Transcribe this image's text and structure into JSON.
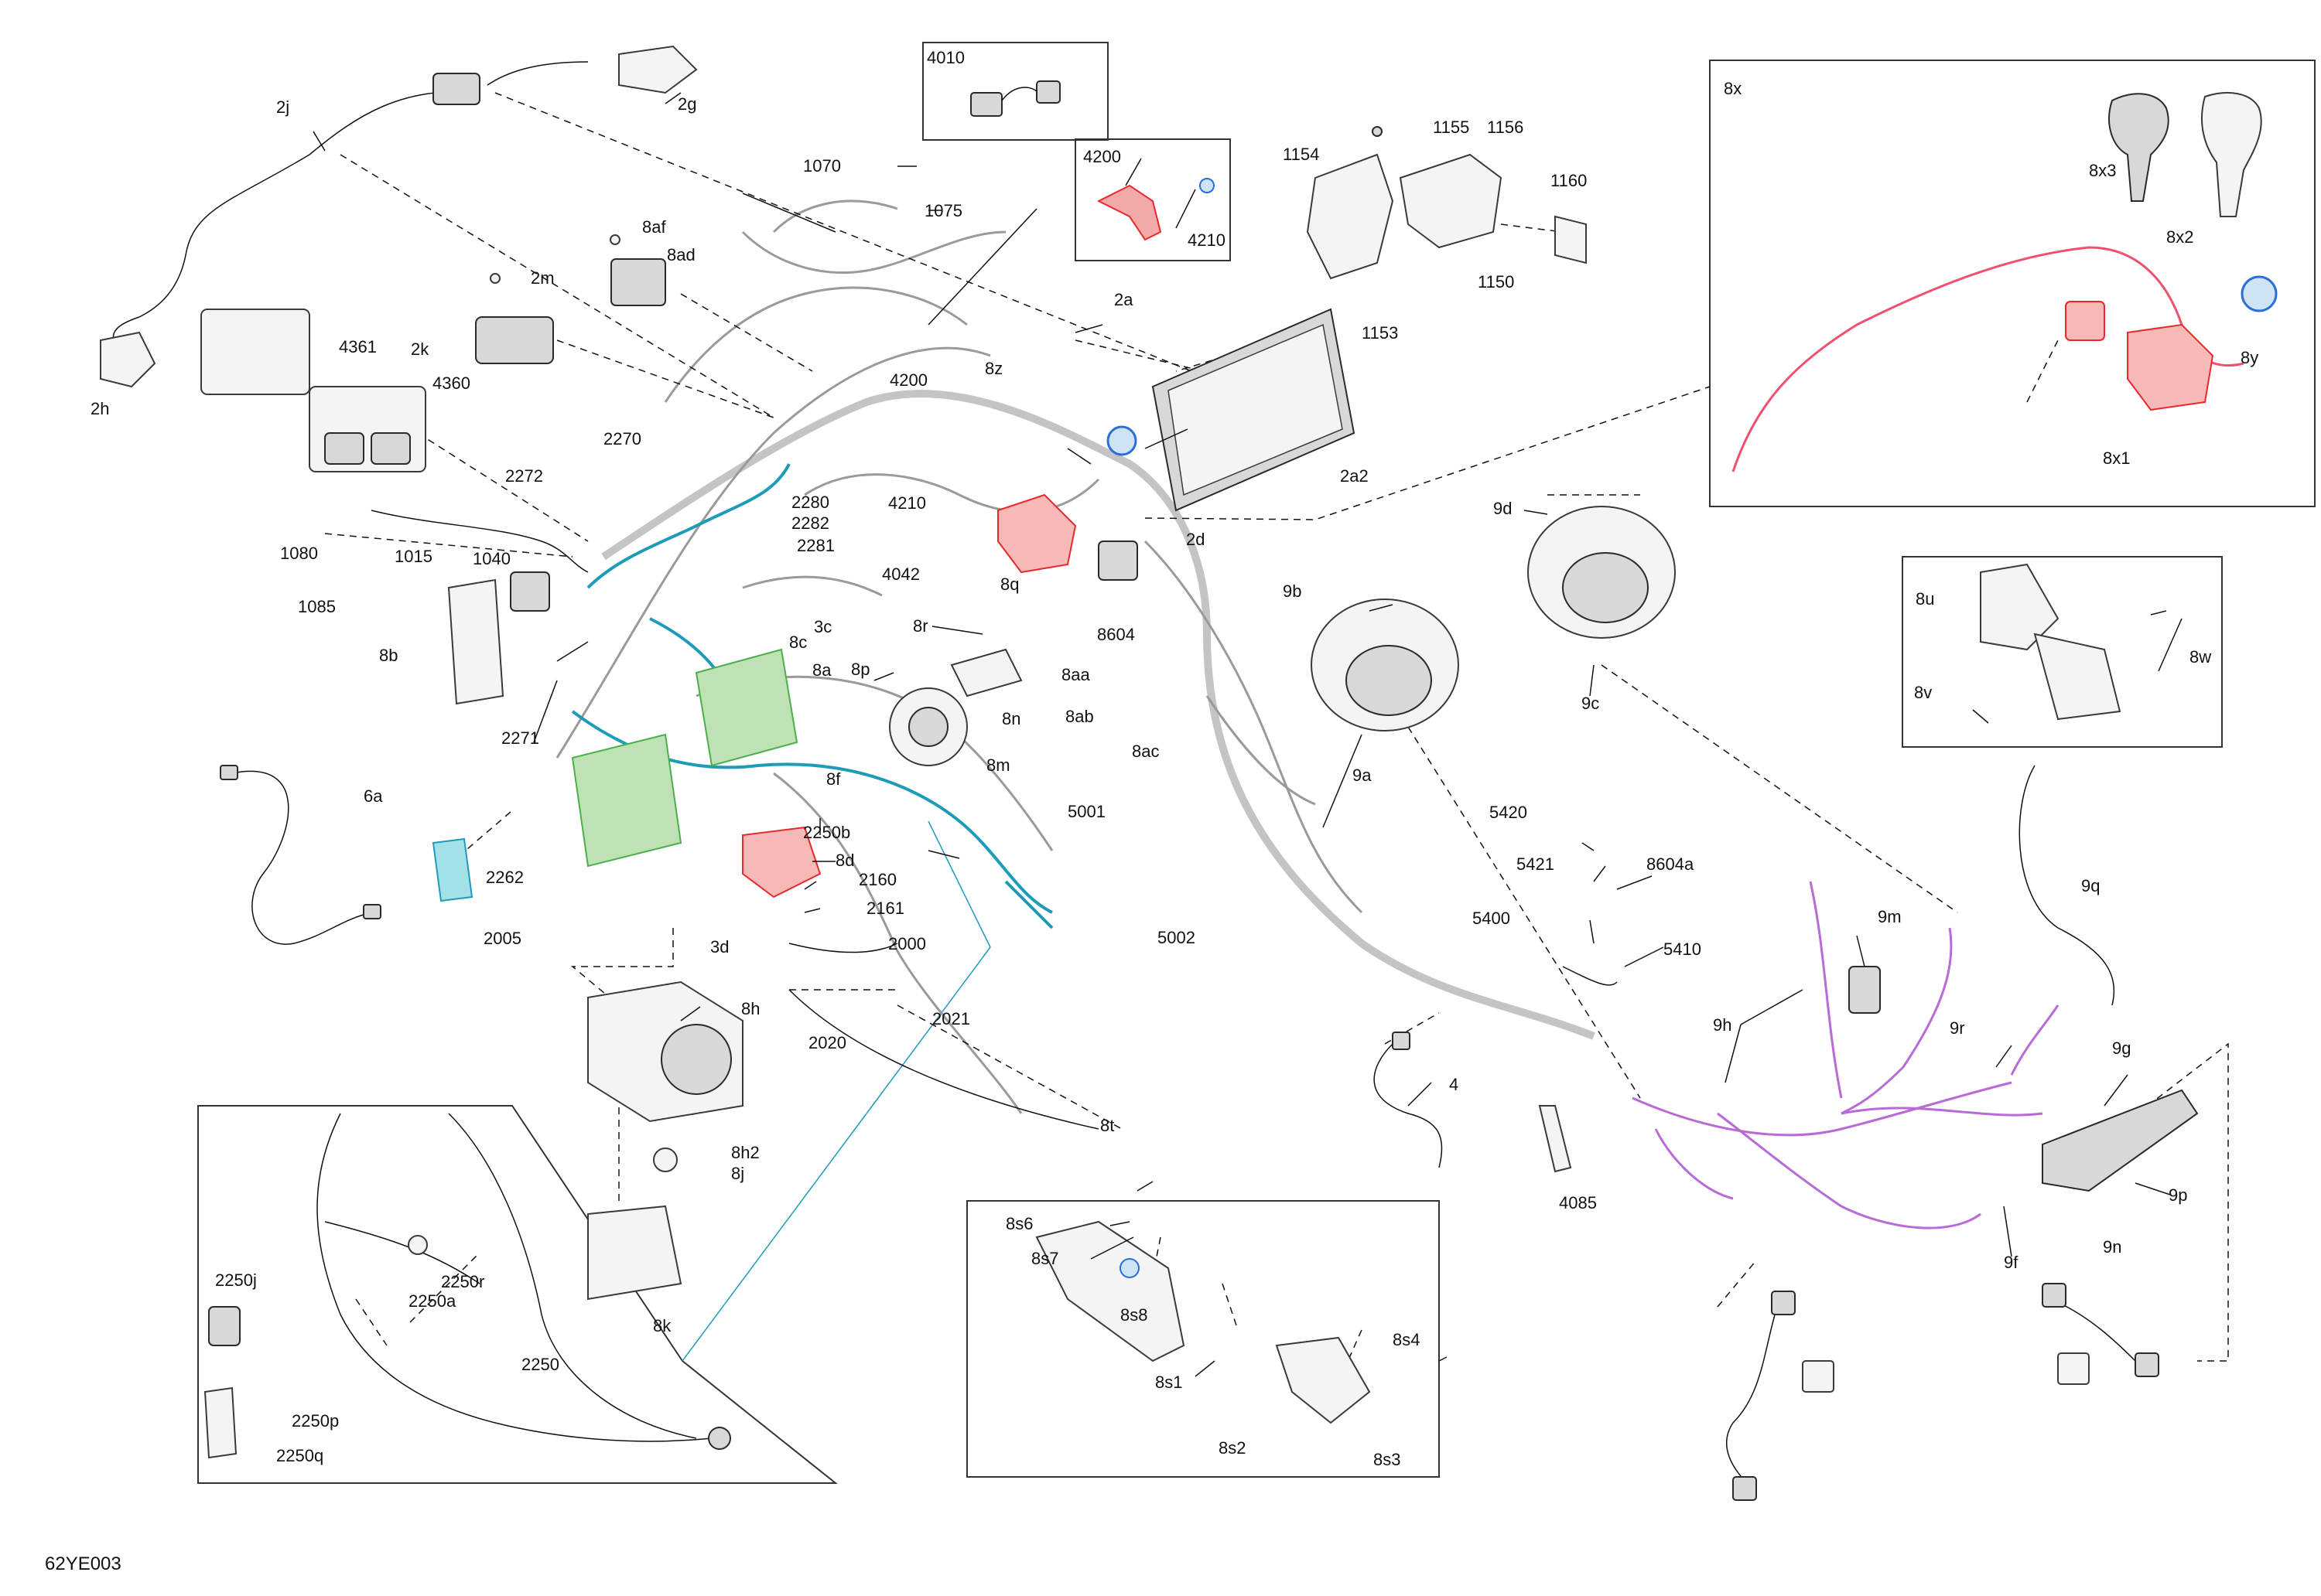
{
  "diagram_code": "62YE003",
  "colors": {
    "red_parts": "#e8282b",
    "blue_parts": "#2a6ed8",
    "teal_harness": "#1e9bb8",
    "green_parts": "#4cae4c",
    "magenta_harness": "#b86ad6",
    "pink_harness": "#f0506e",
    "line": "#111111"
  },
  "labels": {
    "l4010": "4010",
    "l4200a": "4200",
    "l4210a": "4210",
    "l1070": "1070",
    "l1075": "1075",
    "l2j": "2j",
    "l2g": "2g",
    "l2h": "2h",
    "l8af": "8af",
    "l8ad": "8ad",
    "l2m": "2m",
    "l2k": "2k",
    "l4361": "4361",
    "l4360": "4360",
    "l2a": "2a",
    "l8z": "8z",
    "l4200b": "4200",
    "l4210b": "4210",
    "l1154": "1154",
    "l1155": "1155",
    "l1156": "1156",
    "l1160": "1160",
    "l1150": "1150",
    "l1153": "1153",
    "l2a2": "2a2",
    "l2d": "2d",
    "l8604": "8604",
    "l2270": "2270",
    "l2272": "2272",
    "l2280": "2280",
    "l2282": "2282",
    "l2281": "2281",
    "l4042": "4042",
    "l3c": "3c",
    "l8c": "8c",
    "l8a": "8a",
    "l8r": "8r",
    "l8q": "8q",
    "l8aa": "8aa",
    "l1080": "1080",
    "l1015": "1015",
    "l1040": "1040",
    "l1085": "1085",
    "l8b": "8b",
    "l2271": "2271",
    "l8p": "8p",
    "l8n": "8n",
    "l8m": "8m",
    "l8ab": "8ab",
    "l8ac": "8ac",
    "l8f": "8f",
    "l2250b": "2250b",
    "l8d": "8d",
    "l6a": "6a",
    "l2262": "2262",
    "l2005": "2005",
    "l2160": "2160",
    "l2161": "2161",
    "l3d": "3d",
    "l2000": "2000",
    "l5001": "5001",
    "l5002": "5002",
    "l2020": "2020",
    "l2021": "2021",
    "l8h": "8h",
    "l8h2": "8h2",
    "l8j": "8j",
    "l8k": "8k",
    "l2250j": "2250j",
    "l2250r": "2250r",
    "l2250a": "2250a",
    "l2250": "2250",
    "l2250p": "2250p",
    "l2250q": "2250q",
    "l8x": "8x",
    "l8x3": "8x3",
    "l8x2": "8x2",
    "l8y": "8y",
    "l8x1": "8x1",
    "l9d": "9d",
    "l9b": "9b",
    "l9c": "9c",
    "l9a": "9a",
    "l8u": "8u",
    "l8w": "8w",
    "l8v": "8v",
    "l5420": "5420",
    "l5421": "5421",
    "l8604a": "8604a",
    "l5400": "5400",
    "l5410": "5410",
    "l9m": "9m",
    "l9q": "9q",
    "l9h": "9h",
    "l9r": "9r",
    "l9g": "9g",
    "l9p": "9p",
    "l9n": "9n",
    "l9f": "9f",
    "l4": "4",
    "l4085": "4085",
    "l8t": "8t",
    "l8s6": "8s6",
    "l8s7": "8s7",
    "l8s8": "8s8",
    "l8s4": "8s4",
    "l8s1": "8s1",
    "l8s2": "8s2",
    "l8s3": "8s3"
  }
}
